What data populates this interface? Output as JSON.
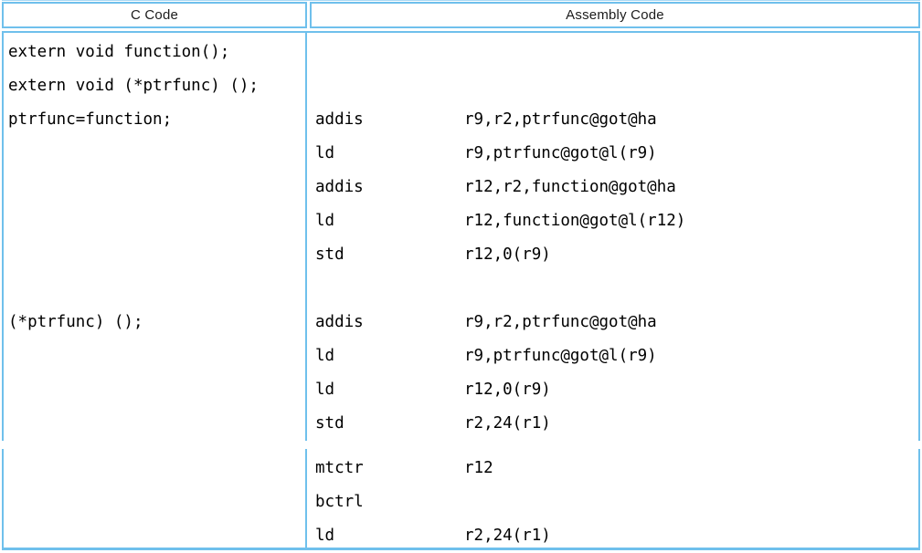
{
  "table": {
    "header_left": "C Code",
    "header_right": "Assembly Code",
    "section1": {
      "c_lines": [
        "extern void function();",
        "extern void (*ptrfunc) ();",
        "ptrfunc=function;",
        "(*ptrfunc) ();"
      ],
      "asm_lines": [
        {
          "m": "addis",
          "o": "r9,r2,ptrfunc@got@ha"
        },
        {
          "m": "ld",
          "o": "r9,ptrfunc@got@l(r9)"
        },
        {
          "m": "addis",
          "o": "r12,r2,function@got@ha"
        },
        {
          "m": "ld",
          "o": "r12,function@got@l(r12)"
        },
        {
          "m": "std",
          "o": "r12,0(r9)"
        },
        {
          "m": "addis",
          "o": "r9,r2,ptrfunc@got@ha"
        },
        {
          "m": "ld",
          "o": "r9,ptrfunc@got@l(r9)"
        },
        {
          "m": "ld",
          "o": "r12,0(r9)"
        },
        {
          "m": "std",
          "o": "r2,24(r1)"
        }
      ]
    },
    "section2": {
      "asm_lines": [
        {
          "m": "mtctr",
          "o": "r12"
        },
        {
          "m": "bctrl",
          "o": ""
        },
        {
          "m": "ld",
          "o": "r2,24(r1)"
        }
      ]
    }
  },
  "colors": {
    "border": "#6fc0ec",
    "text": "#000000"
  }
}
